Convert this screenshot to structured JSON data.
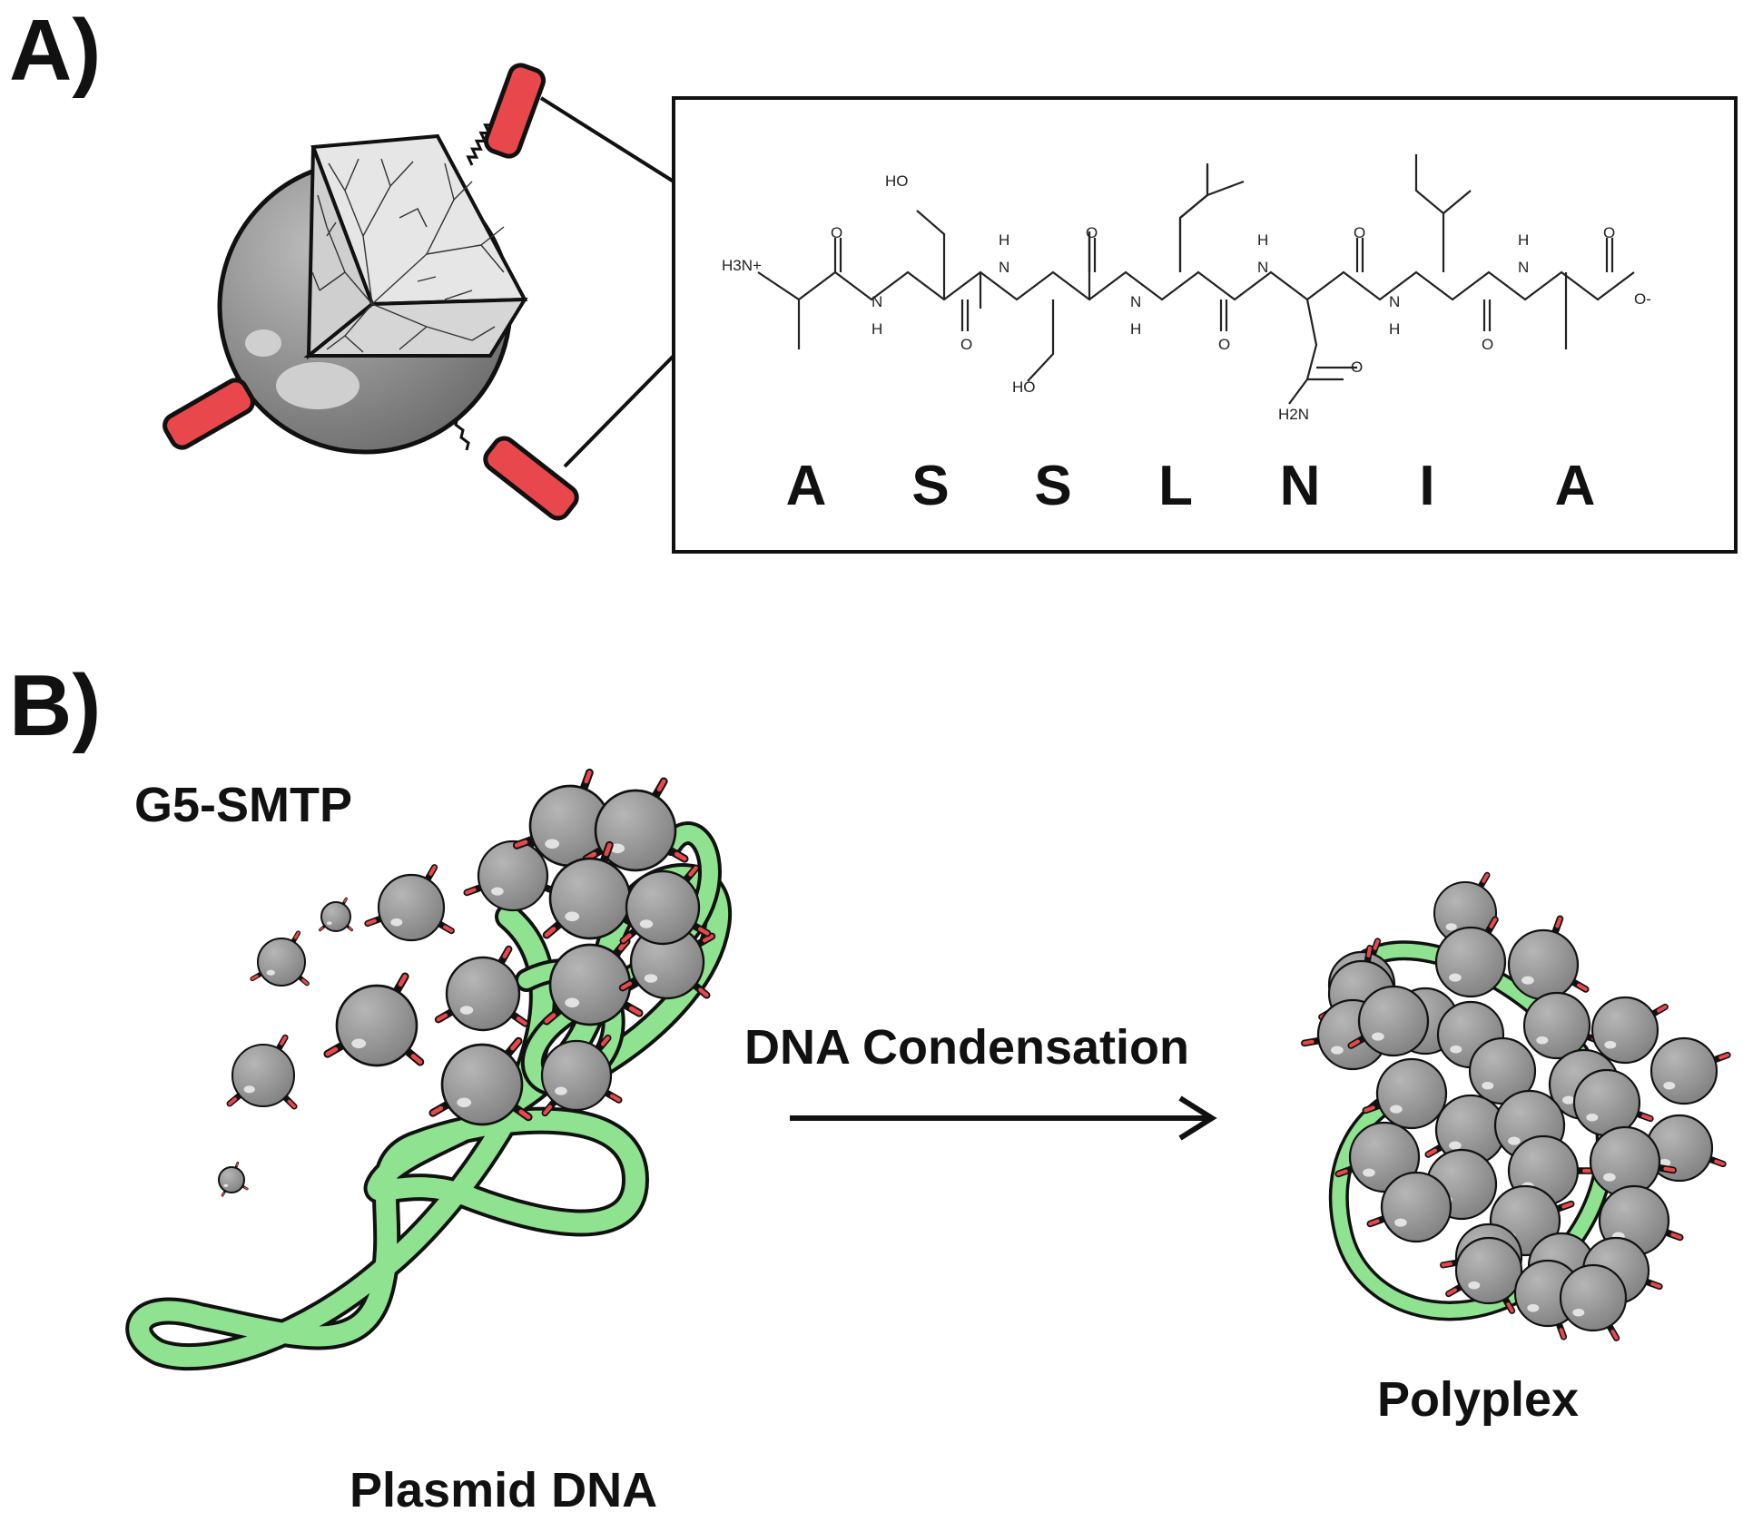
{
  "panels": {
    "a": "A)",
    "b": "B)"
  },
  "sequence": {
    "letters": [
      "A",
      "S",
      "S",
      "L",
      "N",
      "I",
      "A"
    ],
    "atoms": {
      "n_term": "H3N+",
      "c_term": "O-",
      "oxygen": "O",
      "nh_h": "H",
      "nh_n": "N",
      "hydroxyl": "HO",
      "amide_n": "H2N"
    }
  },
  "labels": {
    "dendrimer": "G5-SMTP",
    "plasmid": "Plasmid DNA",
    "process": "DNA Condensation",
    "product": "Polyplex"
  },
  "colors": {
    "sphere": "#8c8c8c",
    "peptide": "#e8484c",
    "dna": "#8fe28f",
    "outline": "#111111"
  }
}
